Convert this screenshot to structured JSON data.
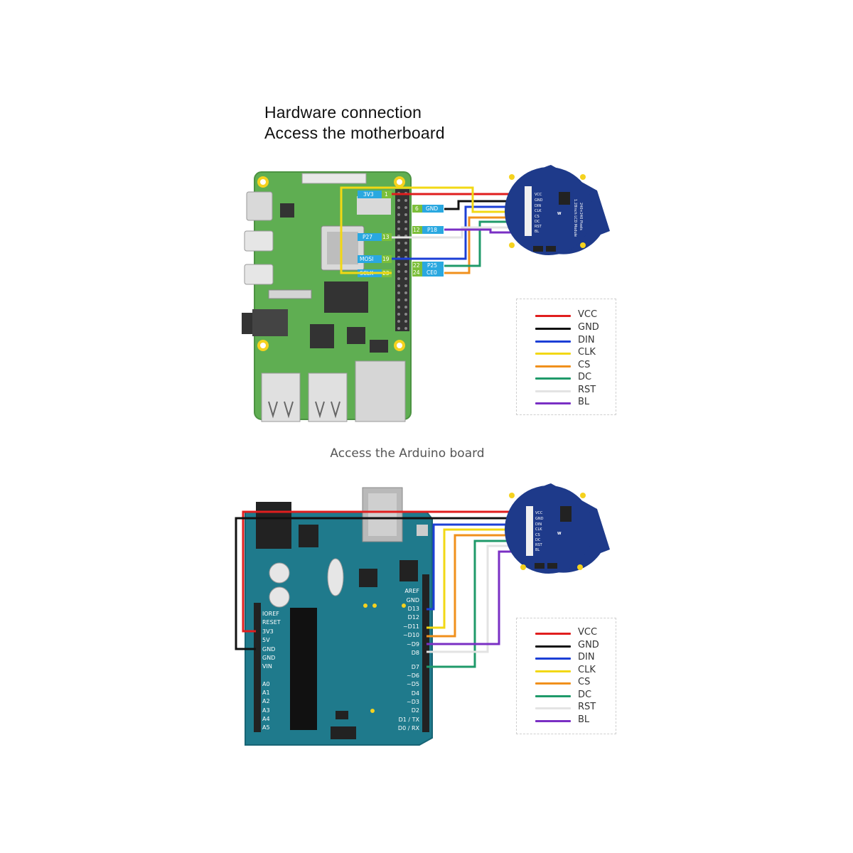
{
  "titles": {
    "line1": "Hardware connection",
    "line2": "Access the motherboard",
    "arduino": "Access the Arduino board"
  },
  "rpi_labels": {
    "pin_3v3": "3V3",
    "pin_3v3_num": "1",
    "pin_p27": "P27",
    "pin_p27_num": "13",
    "pin_mosi": "MOSI",
    "pin_mosi_num": "19",
    "pin_sclk": "SCLK",
    "pin_sclk_num": "23",
    "pin_gnd": "GND",
    "pin_gnd_num": "6",
    "pin_p18": "P18",
    "pin_p18_num": "12",
    "pin_p25": "P25",
    "pin_p25_num": "22",
    "pin_ce0": "CE0",
    "pin_ce0_num": "24"
  },
  "lcd_module": {
    "name": "1.28inch LCD Module",
    "resolution": "240×240 Pixels",
    "brand": "Waveshare",
    "pins": [
      "VCC",
      "GND",
      "DIN",
      "CLK",
      "CS",
      "DC",
      "RST",
      "BL"
    ]
  },
  "arduino_labels": {
    "left": [
      "IOREF",
      "RESET",
      "3V3",
      "5V",
      "GND",
      "GND",
      "VIN",
      "A0",
      "A1",
      "A2",
      "A3",
      "A4",
      "A5"
    ],
    "right": [
      "AREF",
      "GND",
      "D13",
      "D12",
      "~D11",
      "~D10",
      "~D9",
      "D8",
      "D7",
      "~D6",
      "~D5",
      "D4",
      "~D3",
      "D2",
      "D1 / TX",
      "D0 / RX"
    ]
  },
  "legend": [
    {
      "label": "VCC",
      "color": "#e01e1e"
    },
    {
      "label": "GND",
      "color": "#111111"
    },
    {
      "label": "DIN",
      "color": "#1c3fd6"
    },
    {
      "label": "CLK",
      "color": "#f2d814"
    },
    {
      "label": "CS",
      "color": "#f0901c"
    },
    {
      "label": "DC",
      "color": "#1f9a6a"
    },
    {
      "label": "RST",
      "color": "#e3e3e3"
    },
    {
      "label": "BL",
      "color": "#7a2fc4"
    }
  ]
}
